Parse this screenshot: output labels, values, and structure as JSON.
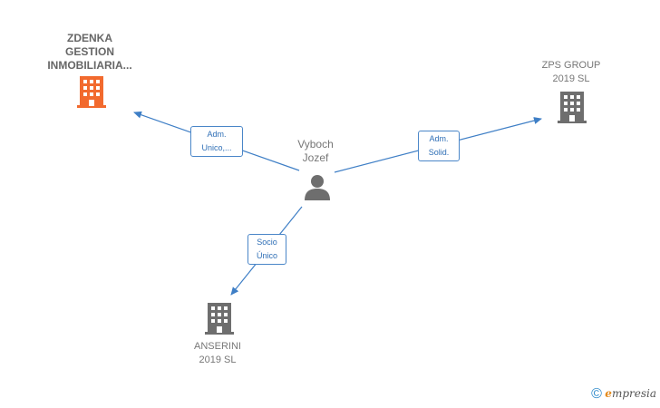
{
  "diagram": {
    "center_person": {
      "name": "Vyboch\nJozef",
      "icon": "person-icon"
    },
    "companies": [
      {
        "id": "zdenka",
        "name": "ZDENKA\nGESTION\nINMOBILIARIA...",
        "icon": "building-icon",
        "color": "#f26a2e"
      },
      {
        "id": "zps",
        "name": "ZPS GROUP\n2019  SL",
        "icon": "building-icon",
        "color": "#6e6e6e"
      },
      {
        "id": "anserini",
        "name": "ANSERINI\n2019  SL",
        "icon": "building-icon",
        "color": "#6e6e6e"
      }
    ],
    "relations": [
      {
        "from": "center_person",
        "to": "zdenka",
        "label": "Adm.\nUnico,..."
      },
      {
        "from": "center_person",
        "to": "zps",
        "label": "Adm.\nSolid."
      },
      {
        "from": "center_person",
        "to": "anserini",
        "label": "Socio\nÚnico"
      }
    ],
    "edge_color": "#3f7fc6"
  },
  "footer": {
    "copyright_symbol": "©",
    "brand_first": "e",
    "brand_rest": "mpresia"
  }
}
